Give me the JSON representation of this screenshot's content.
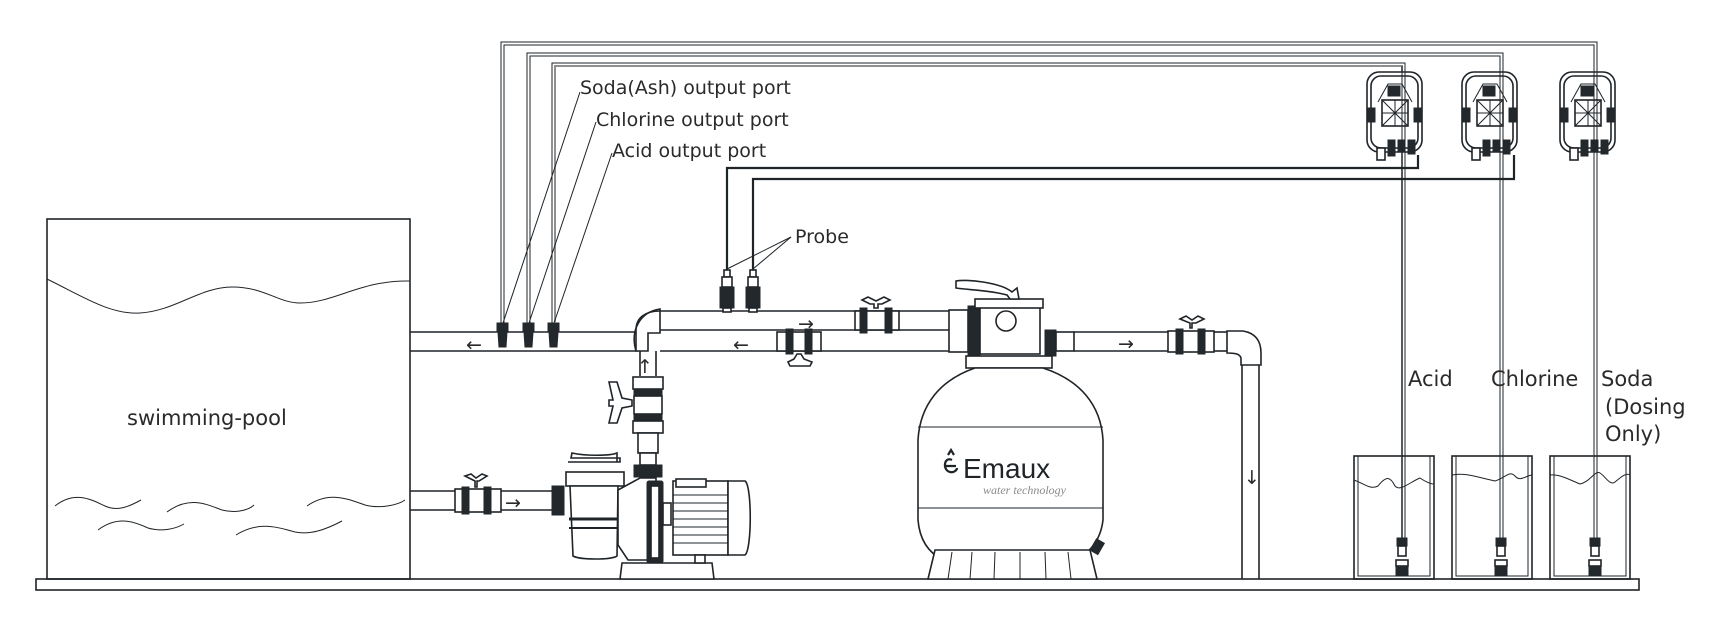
{
  "diagram": {
    "title": "Swimming pool dosing installation diagram",
    "pool": {
      "label": "swimming-pool"
    },
    "output_ports": [
      {
        "label": "Soda(Ash) output port",
        "chemical": "soda"
      },
      {
        "label": "Chlorine output port",
        "chemical": "chlorine"
      },
      {
        "label": "Acid output port",
        "chemical": "acid"
      }
    ],
    "probe": {
      "label": "Probe",
      "count": 2
    },
    "filter": {
      "brand": "Emaux",
      "tagline": "water technology"
    },
    "tanks": [
      {
        "label": "Acid",
        "label_lines": [
          "Acid"
        ]
      },
      {
        "label": "Chlorine",
        "label_lines": [
          "Chlorine"
        ]
      },
      {
        "label": "Soda (Dosing Only)",
        "label_lines": [
          "Soda",
          "(Dosing",
          "Only)"
        ]
      }
    ],
    "dosing_pumps": [
      {
        "chemical": "acid"
      },
      {
        "chemical": "chlorine"
      },
      {
        "chemical": "soda"
      }
    ],
    "flow_arrows": {
      "return_to_pool": "←",
      "upper_pipe": "→",
      "lower_pipe": "←",
      "filter_out": "→",
      "riser_up": "↑",
      "drain_down": "↓",
      "suction": "→"
    },
    "colors": {
      "line": "#1f2428",
      "text": "#2a2a2a",
      "tagline": "#8a8a8a",
      "background": "#ffffff"
    }
  }
}
